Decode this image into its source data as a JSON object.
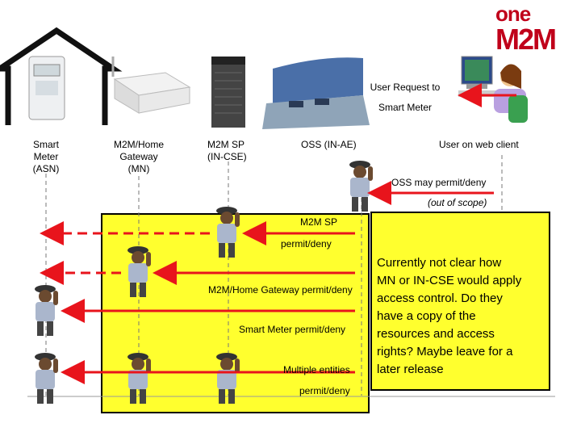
{
  "logo": {
    "line1": "one",
    "line2": "M2M",
    "color": "#c0001a"
  },
  "nodes": {
    "smart_meter": [
      "Smart",
      "Meter",
      "(ASN)"
    ],
    "gateway": [
      "M2M/Home",
      "Gateway",
      "(MN)"
    ],
    "m2m_sp": [
      "M2M SP",
      "(IN-CSE)"
    ],
    "oss": "OSS (IN-AE)",
    "user": "User on web client"
  },
  "messages": {
    "user_request": [
      "User Request to",
      "Smart Meter"
    ],
    "oss_permit": "OSS may permit/deny",
    "out_of_scope": "(out of scope)",
    "m2m_sp_permit": [
      "M2M SP",
      "permit/deny"
    ],
    "gateway_permit": "M2M/Home Gateway permit/deny",
    "meter_permit": "Smart Meter permit/deny",
    "multiple_permit": [
      "Multiple entities",
      "permit/deny"
    ]
  },
  "note": "Currently not clear how MN or IN-CSE would apply access control. Do they have a copy of the resources and access rights? Maybe leave for a later release",
  "colors": {
    "arrow": "#e8141c",
    "box": "#ffff2e",
    "lifeline": "#777777"
  }
}
